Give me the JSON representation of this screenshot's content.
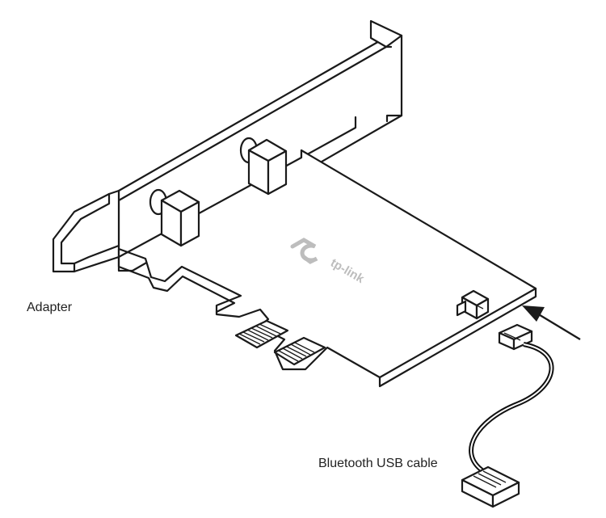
{
  "labels": {
    "adapter": "Adapter",
    "bluetooth_cable": "Bluetooth USB cable"
  },
  "logo_text": "tp-link",
  "colors": {
    "stroke": "#1a1a1a",
    "background": "#ffffff",
    "logo": "#bdbdbd",
    "cable": "#111111"
  },
  "icons": [
    "tp-link-logo-icon",
    "insert-arrow-icon"
  ]
}
